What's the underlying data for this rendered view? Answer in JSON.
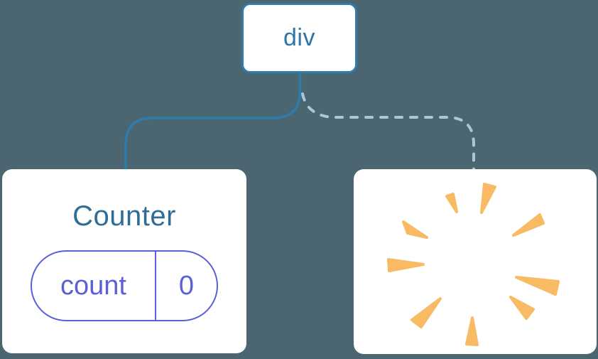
{
  "diagram": {
    "root": {
      "label": "div"
    },
    "counter_card": {
      "title": "Counter",
      "state_key": "count",
      "state_value": "0"
    },
    "removed_card": {
      "icon": "poof-icon"
    }
  },
  "colors": {
    "background": "#4B6670",
    "card_fill": "#FFFFFF",
    "node_border": "#2E7CAC",
    "node_label": "#2F75A3",
    "counter_title": "#2E6E96",
    "solid_connector": "#2E7CAC",
    "dashed_connector": "#A9C6DB",
    "state_accent": "#5B5FD9",
    "spark": "#F8BB63"
  }
}
